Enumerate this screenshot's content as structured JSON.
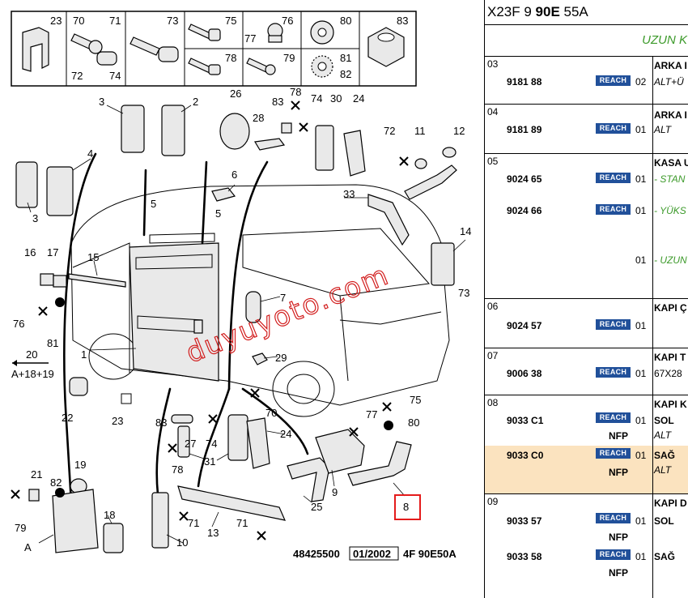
{
  "diagram": {
    "top_box_numbers": [
      "23",
      "70",
      "71",
      "72",
      "74",
      "73",
      "75",
      "76",
      "77",
      "78",
      "79",
      "80",
      "81",
      "82",
      "83"
    ],
    "callouts": [
      "3",
      "2",
      "26",
      "83",
      "78",
      "74",
      "30",
      "24",
      "28",
      "4",
      "6",
      "72",
      "11",
      "12",
      "3",
      "5",
      "5",
      "33",
      "16",
      "17",
      "15",
      "14",
      "73",
      "76",
      "81",
      "7",
      "20",
      "A+18+19",
      "1",
      "29",
      "22",
      "23",
      "75",
      "83",
      "74",
      "77",
      "80",
      "70",
      "27",
      "24",
      "78",
      "31",
      "9",
      "8",
      "21",
      "19",
      "82",
      "79",
      "18",
      "A",
      "71",
      "13",
      "71",
      "25",
      "10"
    ],
    "highlighted_part": "8",
    "watermark": "duyuyoto.com",
    "footer_code": "48425500",
    "footer_date": "01/2002",
    "footer_ref": "4F 90E50A"
  },
  "panel": {
    "header_pre": "X23F 9 ",
    "header_bold": "90E",
    "header_post": " 55A",
    "subheader": "UZUN K",
    "sections": [
      {
        "num": "03",
        "rows": [
          {
            "ref": "9181 88",
            "reach": "REACH",
            "qty": "02",
            "desc": "ALT+Ü",
            "title": "ARKA I"
          }
        ]
      },
      {
        "num": "04",
        "rows": [
          {
            "ref": "9181 89",
            "reach": "REACH",
            "qty": "01",
            "desc": "ALT",
            "title": "ARKA I"
          }
        ]
      },
      {
        "num": "05",
        "title": "KASA U",
        "rows": [
          {
            "ref": "9024 65",
            "reach": "REACH",
            "qty": "01",
            "desc": "- STAN"
          },
          {
            "ref": "9024 66",
            "reach": "REACH",
            "qty": "01",
            "desc": "- YÜKS"
          },
          {
            "ref": "",
            "reach": "",
            "qty": "01",
            "desc": "- UZUN"
          }
        ]
      },
      {
        "num": "06",
        "title": "KAPI Ç",
        "rows": [
          {
            "ref": "9024 57",
            "reach": "REACH",
            "qty": "01",
            "desc": ""
          }
        ]
      },
      {
        "num": "07",
        "title": "KAPI T",
        "rows": [
          {
            "ref": "9006 38",
            "reach": "REACH",
            "qty": "01",
            "desc": "67X28"
          }
        ]
      },
      {
        "num": "08",
        "title": "KAPI K",
        "rows": [
          {
            "ref": "9033 C1",
            "reach": "REACH",
            "qty": "01",
            "desc": "SOL",
            "desc2": "ALT",
            "nfp": "NFP"
          },
          {
            "ref": "9033 C0",
            "reach": "REACH",
            "qty": "01",
            "desc": "SAĞ",
            "desc2": "ALT",
            "nfp": "NFP"
          }
        ]
      },
      {
        "num": "09",
        "title": "KAPI D",
        "rows": [
          {
            "ref": "9033 57",
            "reach": "REACH",
            "qty": "01",
            "desc": "SOL",
            "nfp": "NFP"
          },
          {
            "ref": "9033 58",
            "reach": "REACH",
            "qty": "01",
            "desc": "SAĞ",
            "nfp": "NFP"
          }
        ]
      }
    ]
  }
}
